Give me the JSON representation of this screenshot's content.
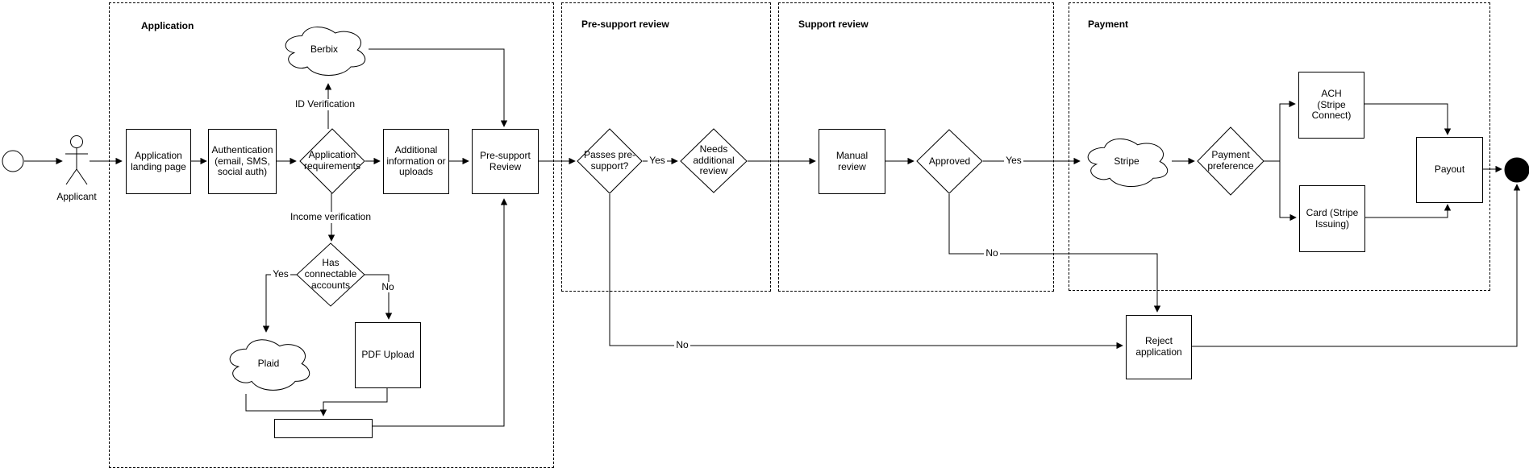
{
  "diagram": {
    "colors": {
      "stroke": "#000000",
      "background": "#ffffff"
    },
    "containers": [
      {
        "label": "Application"
      },
      {
        "label": "Pre-support review"
      },
      {
        "label": "Support review"
      },
      {
        "label": "Payment"
      }
    ],
    "nodes": {
      "applicant": {
        "label": "Applicant"
      },
      "application_landing_page": {
        "label": "Application landing page"
      },
      "authentication": {
        "label": "Authentication (email, SMS, social auth)"
      },
      "application_requirements": {
        "label": "Application requirements"
      },
      "berbix": {
        "label": "Berbix"
      },
      "additional_information": {
        "label": "Additional information or uploads"
      },
      "pre_support_review": {
        "label": "Pre-support Review"
      },
      "has_connectable_accounts": {
        "label": "Has connectable accounts"
      },
      "plaid": {
        "label": "Plaid"
      },
      "pdf_upload": {
        "label": "PDF Upload"
      },
      "merge_bar": {
        "label": ""
      },
      "passes_pre_support": {
        "label": "Passes pre-support?"
      },
      "needs_additional_review": {
        "label": "Needs additional review"
      },
      "manual_review": {
        "label": "Manual review"
      },
      "approved": {
        "label": "Approved"
      },
      "stripe": {
        "label": "Stripe"
      },
      "payment_preference": {
        "label": "Payment preference"
      },
      "ach": {
        "label": "ACH (Stripe Connect)"
      },
      "card": {
        "label": "Card (Stripe Issuing)"
      },
      "payout": {
        "label": "Payout"
      },
      "reject_application": {
        "label": "Reject application"
      }
    },
    "edge_labels": {
      "id_verification": "ID Verification",
      "income_verification": "Income verification",
      "has_accounts_yes": "Yes",
      "has_accounts_no": "No",
      "passes_yes": "Yes",
      "passes_no": "No",
      "approved_yes": "Yes",
      "approved_no": "No"
    }
  }
}
